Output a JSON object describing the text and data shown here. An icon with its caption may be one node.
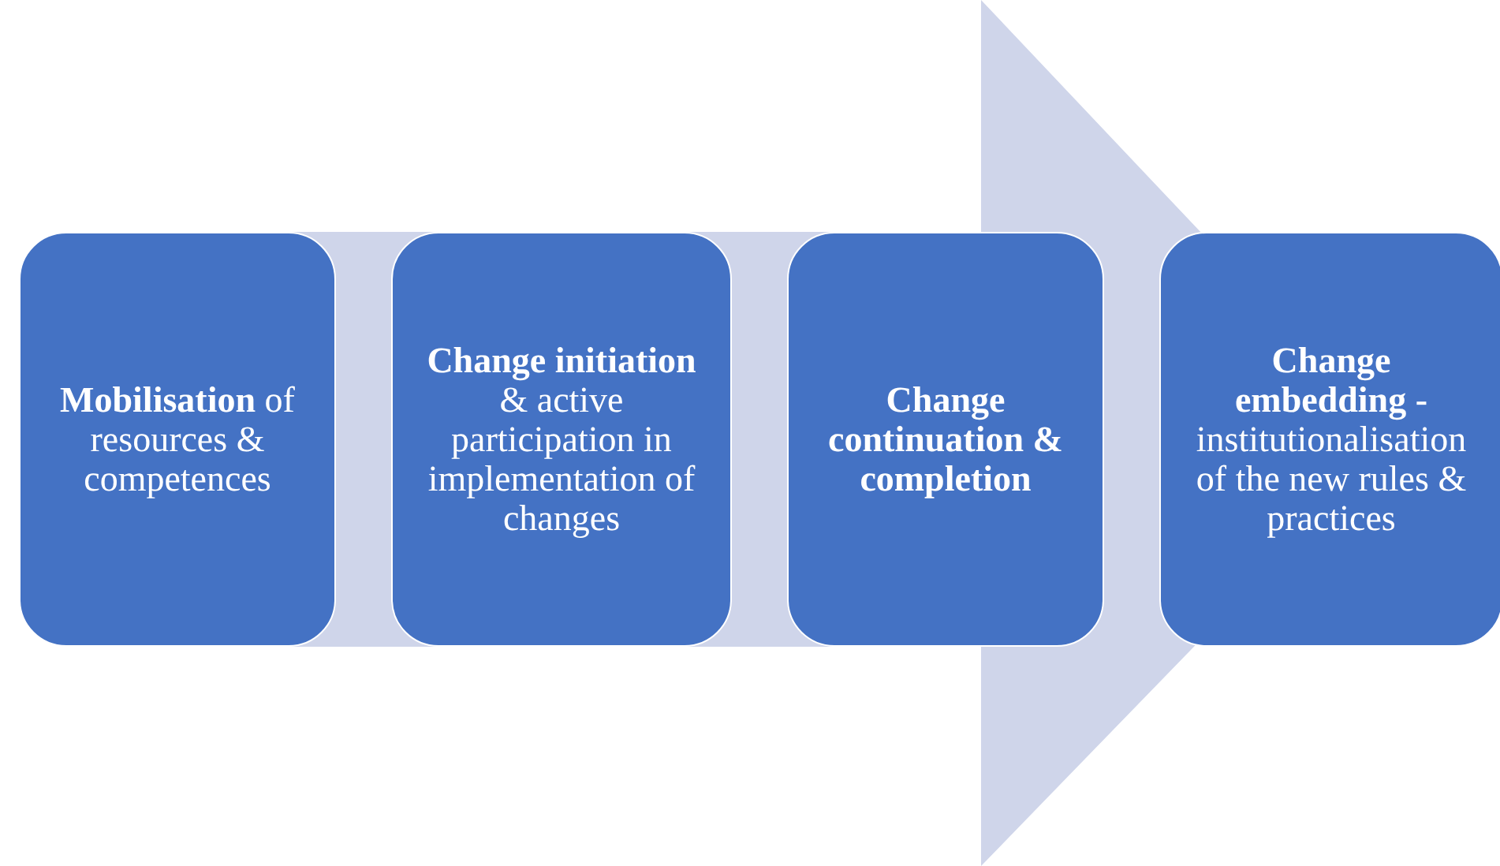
{
  "diagram": {
    "nodes": [
      {
        "text": [
          "**Mobilisation** of resources & competences"
        ]
      },
      {
        "text": [
          "**Change initiation** & active participation in implementation of changes"
        ]
      },
      {
        "text": [
          "Change continuation & completion"
        ]
      },
      {
        "text": [
          "**Change embedding -** institutionalisation of the new rules & practices"
        ]
      }
    ],
    "edges": [
      {
        "from": 0,
        "to": 3,
        "arrow": "to"
      }
    ]
  }
}
